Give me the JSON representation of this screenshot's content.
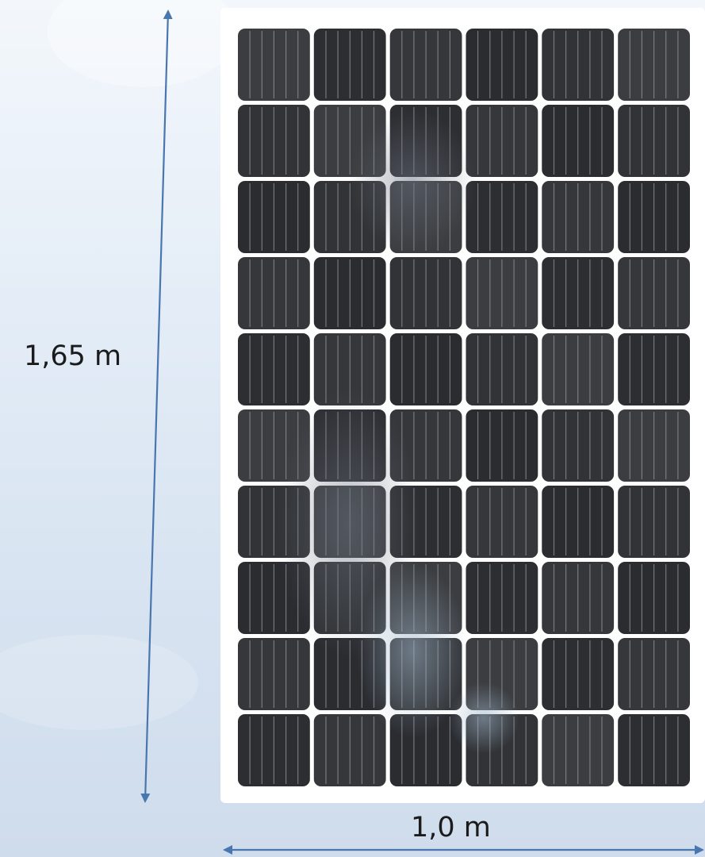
{
  "dimensions": {
    "height_label": "1,65 m",
    "width_label": "1,0 m"
  },
  "panel": {
    "rows": 10,
    "columns": 6,
    "busbars_per_cell": 5
  },
  "colors": {
    "background_top": "#f3f7fb",
    "background_bottom": "#cfdcec",
    "panel_frame": "#ffffff",
    "cell": "#2a2c30",
    "cell_highlight": "#474b52",
    "busbar": "#8e9198",
    "arrow": "#4a76b0"
  }
}
